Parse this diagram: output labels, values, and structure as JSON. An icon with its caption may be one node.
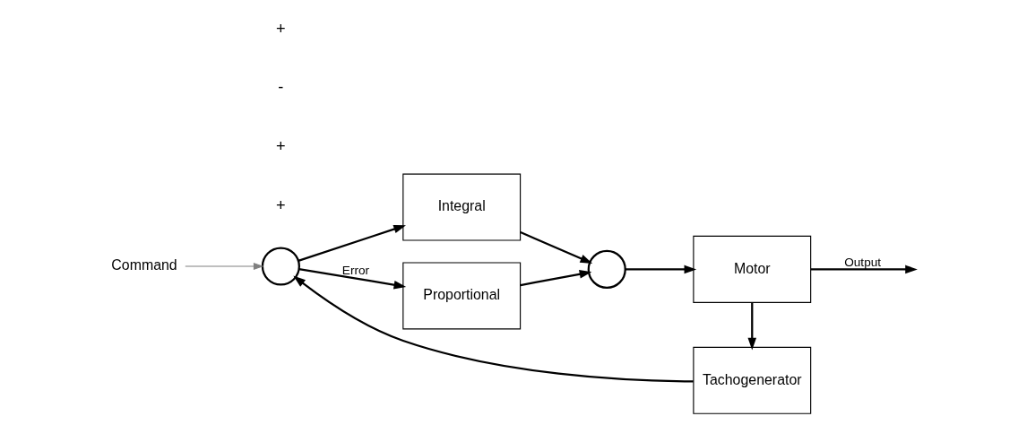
{
  "diagram": {
    "nodes": [
      {
        "text": [
          "Command"
        ]
      },
      {
        "text": [],
        "shape": "circle"
      },
      {
        "text": [
          "Integral"
        ]
      },
      {
        "text": [
          "Proportional"
        ]
      },
      {
        "text": [],
        "shape": "circle"
      },
      {
        "text": [
          "Motor"
        ]
      },
      {
        "text": [
          "Tachogenerator"
        ]
      }
    ],
    "edges": [
      {
        "from": 0,
        "to": 1,
        "arrow": "to",
        "color": "#808080"
      },
      {
        "from": 1,
        "to": 2,
        "arrow": "to"
      },
      {
        "from": 1,
        "to": 3,
        "arrow": "to",
        "label": "Error"
      },
      {
        "from": 2,
        "to": 4,
        "arrow": "to"
      },
      {
        "from": 3,
        "to": 4,
        "arrow": "to"
      },
      {
        "from": 4,
        "to": 5,
        "arrow": "to"
      },
      {
        "from": 5,
        "to": null,
        "arrow": "to",
        "label": "Output"
      },
      {
        "from": 5,
        "to": 6,
        "arrow": "to"
      },
      {
        "from": 6,
        "to": 1,
        "arrow": "to"
      }
    ],
    "labels": [
      "+",
      "+",
      "-",
      "+"
    ]
  }
}
